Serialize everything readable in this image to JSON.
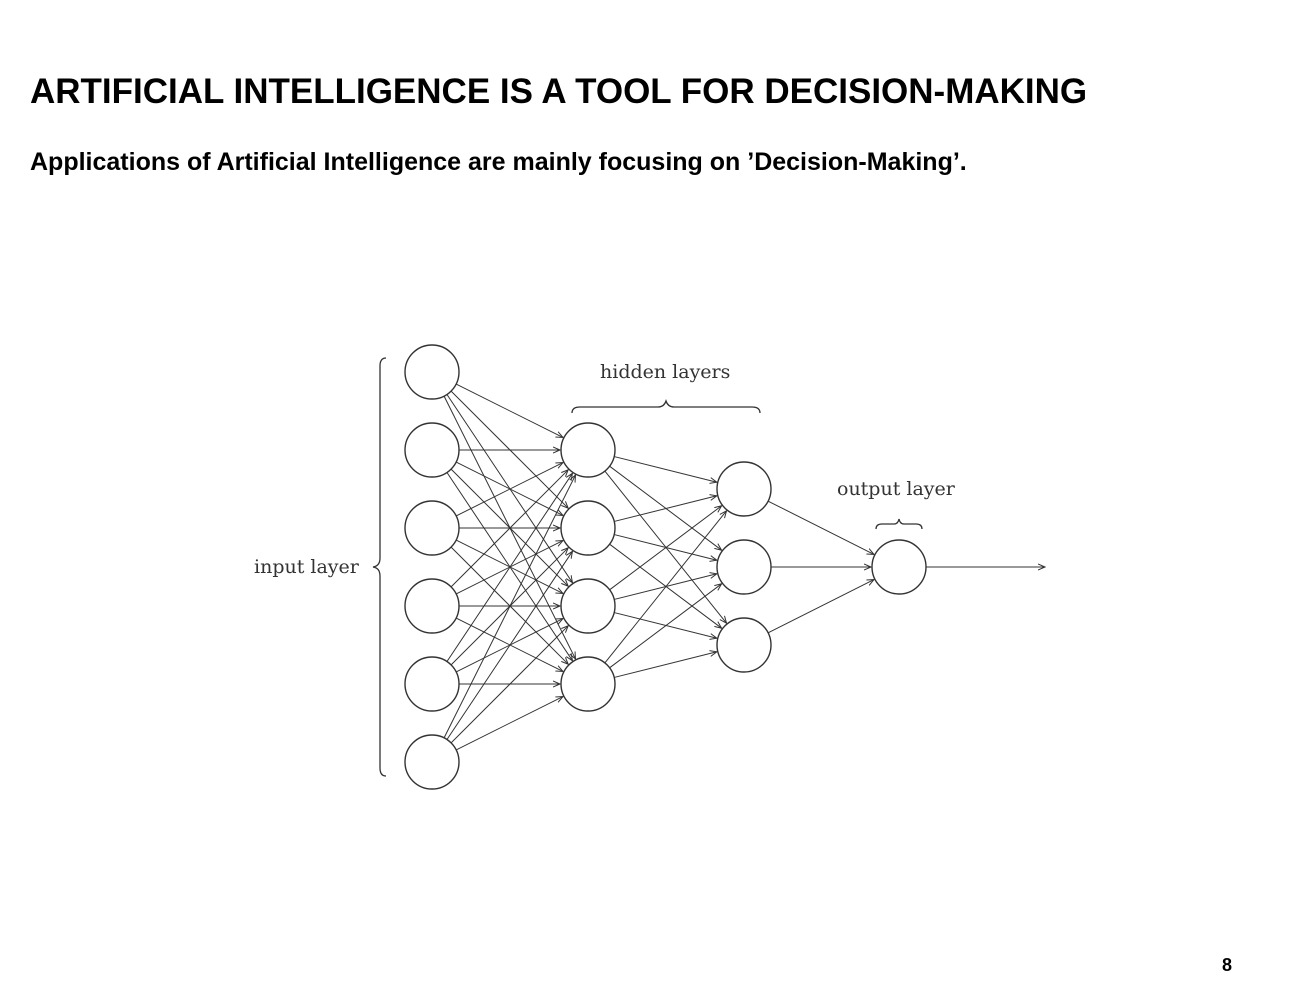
{
  "slide": {
    "title": "ARTIFICIAL INTELLIGENCE IS A TOOL FOR DECISION-MAKING",
    "subtitle": "Applications of Artificial Intelligence are mainly focusing on ’Decision-Making’.",
    "page_number": "8"
  },
  "diagram": {
    "labels": {
      "input": "input layer",
      "hidden": "hidden layers",
      "output": "output layer"
    },
    "layers": [
      {
        "name": "input",
        "nodes": 6
      },
      {
        "name": "hidden-1",
        "nodes": 4
      },
      {
        "name": "hidden-2",
        "nodes": 3
      },
      {
        "name": "output",
        "nodes": 1
      }
    ],
    "connectivity": "fully-connected",
    "output_arrow": true,
    "colors": {
      "stroke": "#333333",
      "node_fill": "#ffffff"
    }
  }
}
